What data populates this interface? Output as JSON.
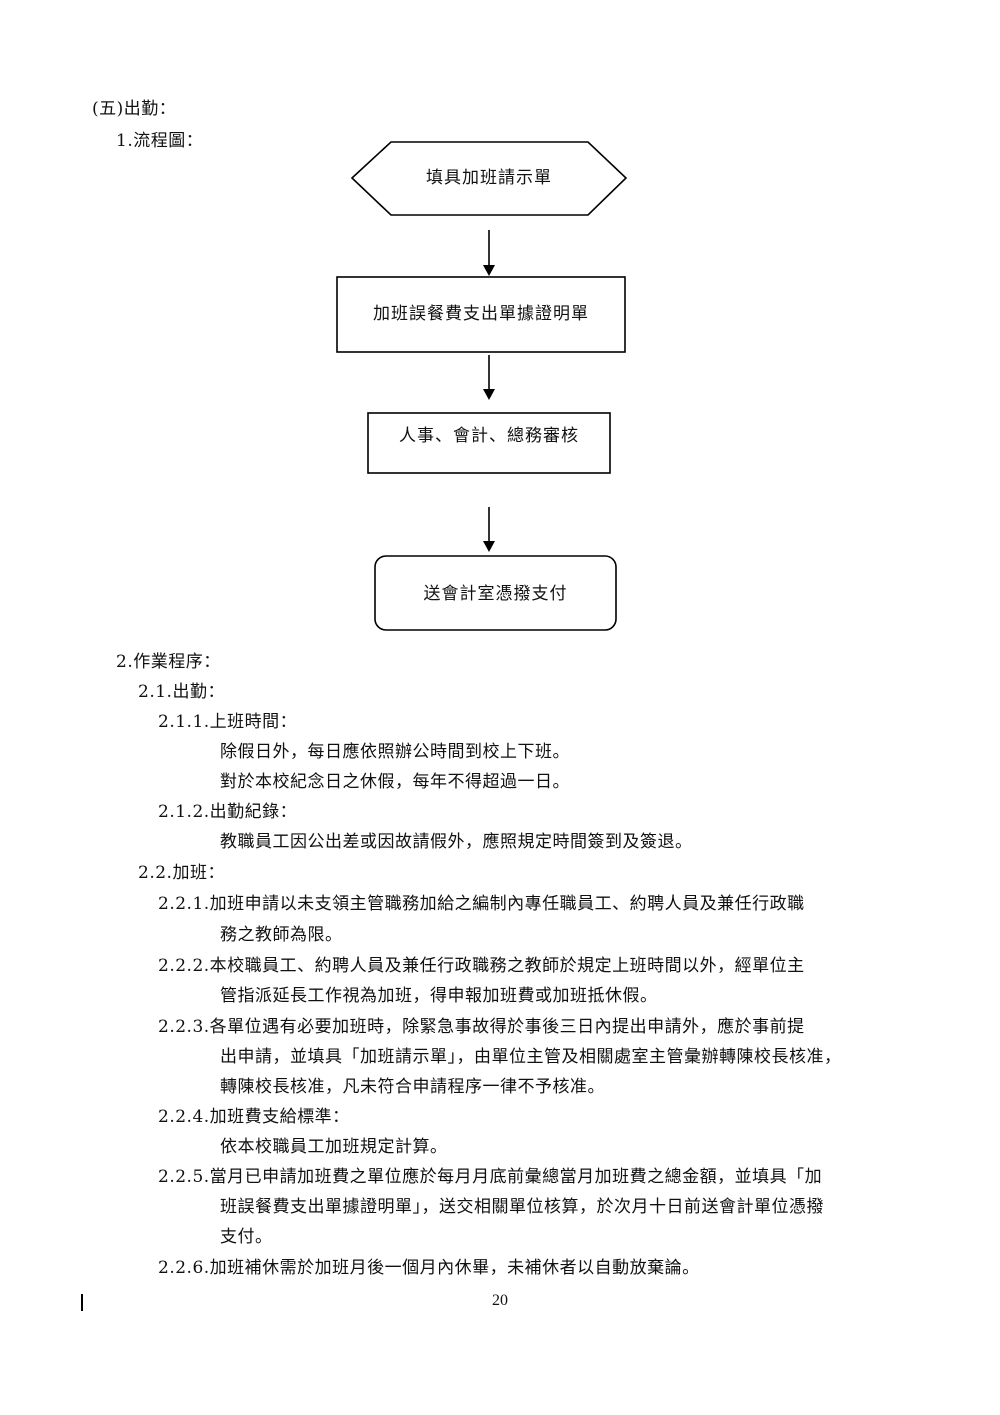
{
  "section_heading": "(五)出勤：",
  "flowchart_heading": "1.流程圖：",
  "flowchart": {
    "step1": "填具加班請示單",
    "step2": "加班誤餐費支出單據證明單",
    "step3": "人事、會計、總務審核",
    "step4": "送會計室憑撥支付"
  },
  "procedures_heading": "2.作業程序：",
  "lines": {
    "l_2_1": "2.1.出勤：",
    "l_2_1_1": "2.1.1.上班時間：",
    "l_2_1_1_a": "除假日外，每日應依照辦公時間到校上下班。",
    "l_2_1_1_b": "對於本校紀念日之休假，每年不得超過一日。",
    "l_2_1_2": "2.1.2.出勤紀錄：",
    "l_2_1_2_a": "教職員工因公出差或因故請假外，應照規定時間簽到及簽退。",
    "l_2_2": "2.2.加班：",
    "l_2_2_1a": "2.2.1.加班申請以未支領主管職務加給之編制內專任職員工、約聘人員及兼任行政職",
    "l_2_2_1b": "務之教師為限。",
    "l_2_2_2a": "2.2.2.本校職員工、約聘人員及兼任行政職務之教師於規定上班時間以外，經單位主",
    "l_2_2_2b": "管指派延長工作視為加班，得申報加班費或加班抵休假。",
    "l_2_2_3a": "2.2.3.各單位遇有必要加班時，除緊急事故得於事後三日內提出申請外，應於事前提",
    "l_2_2_3b": "出申請，並填具「加班請示單」，由單位主管及相關處室主管彙辦轉陳校長核准，",
    "l_2_2_3c": "轉陳校長核准，凡未符合申請程序一律不予核准。",
    "l_2_2_4": "2.2.4.加班費支給標準：",
    "l_2_2_4_a": "依本校職員工加班規定計算。",
    "l_2_2_5a": "2.2.5.當月已申請加班費之單位應於每月月底前彙總當月加班費之總金額，並填具「加",
    "l_2_2_5b": "班誤餐費支出單據證明單」，送交相關單位核算，於次月十日前送會計單位憑撥",
    "l_2_2_5c": "支付。",
    "l_2_2_6": "2.2.6.加班補休需於加班月後一個月內休畢，未補休者以自動放棄論。"
  },
  "page_number": "20"
}
